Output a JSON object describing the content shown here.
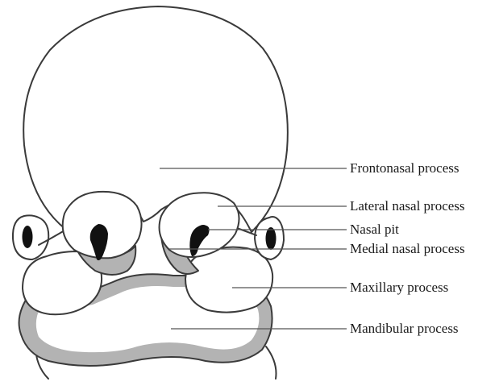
{
  "labels": {
    "frontonasal": "Frontonasal process",
    "lateral_nasal": "Lateral nasal process",
    "nasal_pit": "Nasal pit",
    "medial_nasal": "Medial nasal process",
    "maxillary": "Maxillary process",
    "mandibular": "Mandibular process"
  },
  "colors": {
    "outline": "#3a3a3a",
    "skin": "#ffffff",
    "shade": "#b3b3b3",
    "pit": "#111111",
    "leader": "#555555"
  }
}
